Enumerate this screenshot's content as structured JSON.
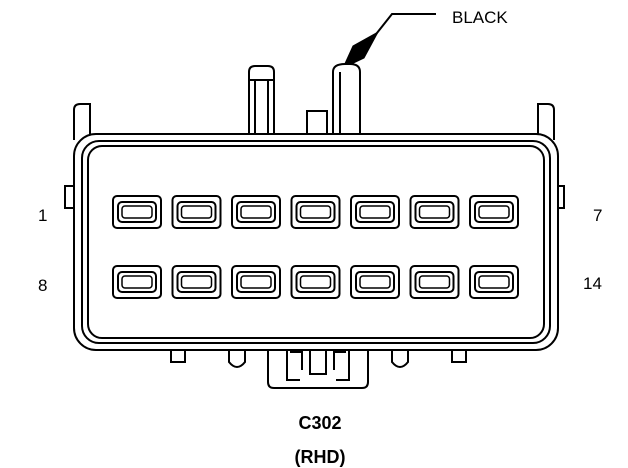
{
  "callout": {
    "color_label": "BLACK"
  },
  "pin_labels": {
    "top_left": "1",
    "top_right": "7",
    "bottom_left": "8",
    "bottom_right": "14"
  },
  "connector": {
    "id": "C302",
    "variant": "(RHD)"
  },
  "cavities": {
    "rows": 2,
    "per_row": 7
  }
}
